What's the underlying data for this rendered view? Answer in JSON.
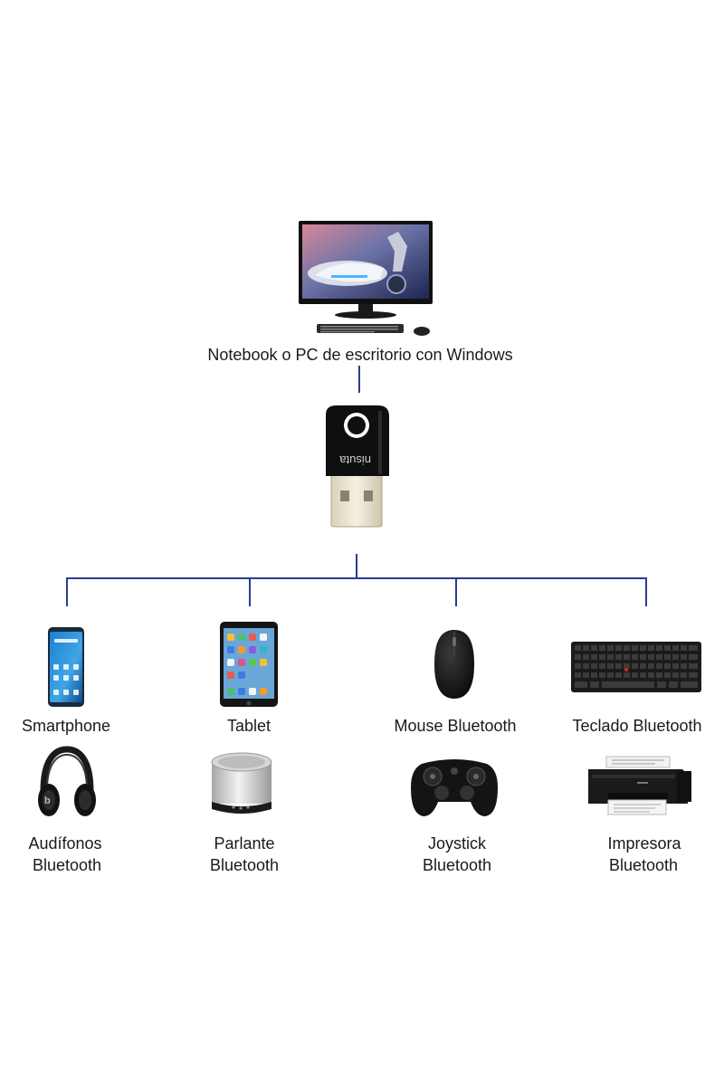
{
  "hub": {
    "computer_label": "Notebook o PC de escritorio con Windows",
    "dongle_brand": "nisuta"
  },
  "devices": [
    {
      "line1": "Smartphone",
      "line2": ""
    },
    {
      "line1": "Tablet",
      "line2": ""
    },
    {
      "line1": "Mouse Bluetooth",
      "line2": ""
    },
    {
      "line1": "Teclado Bluetooth",
      "line2": ""
    },
    {
      "line1": "Audífonos",
      "line2": "Bluetooth"
    },
    {
      "line1": "Parlante",
      "line2": "Bluetooth"
    },
    {
      "line1": "Joystick",
      "line2": "Bluetooth"
    },
    {
      "line1": "Impresora",
      "line2": "Bluetooth"
    }
  ],
  "colors": {
    "connector": "#2a3c8f",
    "text": "#1a1a1a"
  }
}
